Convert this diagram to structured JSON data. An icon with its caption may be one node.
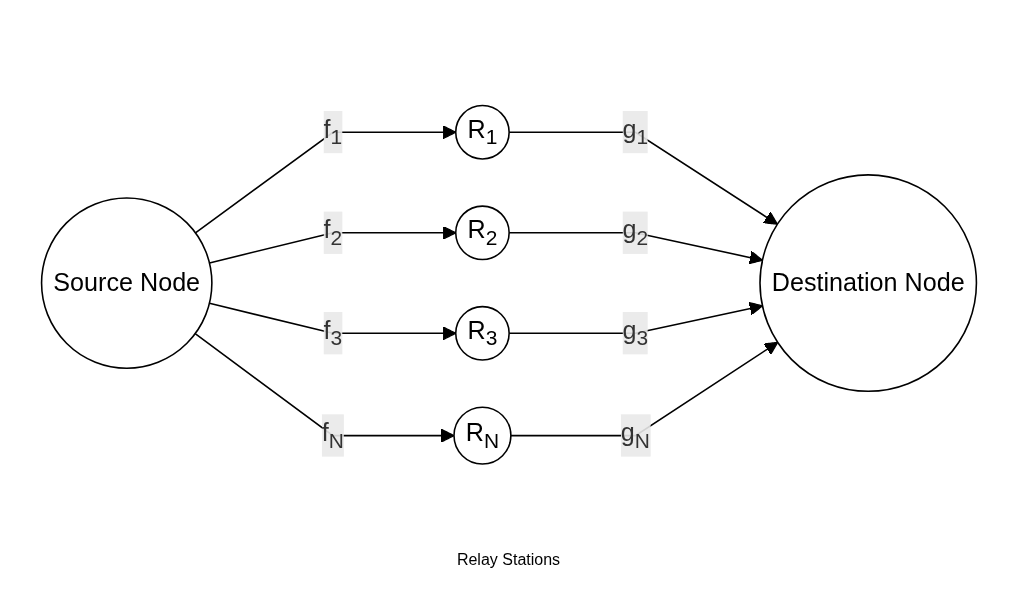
{
  "diagram": {
    "nodes": [
      {
        "text": [
          "Source Node"
        ]
      },
      {
        "text": [
          "R$_{1}$"
        ]
      },
      {
        "text": [
          "R$_{2}$"
        ]
      },
      {
        "text": [
          "R$_{3}$"
        ]
      },
      {
        "text": [
          "R$_{N}$"
        ]
      },
      {
        "text": [
          "Destination Node"
        ]
      }
    ],
    "edges": [
      {
        "from": 0,
        "to": 1,
        "arrow": "to",
        "label": "f$_{1}$"
      },
      {
        "from": 0,
        "to": 2,
        "arrow": "to",
        "label": "f$_{2}$"
      },
      {
        "from": 0,
        "to": 3,
        "arrow": "to",
        "label": "f$_{3}$"
      },
      {
        "from": 0,
        "to": 4,
        "arrow": "to",
        "label": "f$_{N}$"
      },
      {
        "from": 1,
        "to": 5,
        "arrow": "to",
        "label": "g$_{1}$"
      },
      {
        "from": 2,
        "to": 5,
        "arrow": "to",
        "label": "g$_{2}$"
      },
      {
        "from": 3,
        "to": 5,
        "arrow": "to",
        "label": "g$_{3}$"
      },
      {
        "from": 4,
        "to": 5,
        "arrow": "to",
        "label": "g$_{N}$"
      }
    ],
    "labels": [
      "Relay Stations"
    ]
  }
}
